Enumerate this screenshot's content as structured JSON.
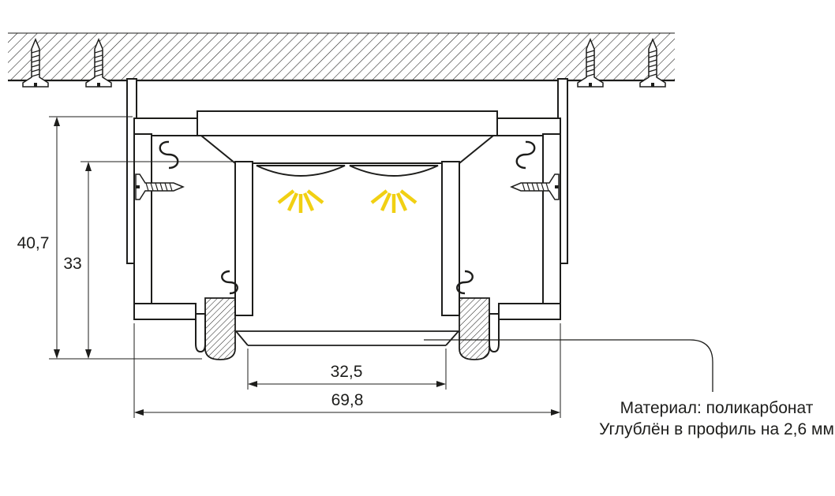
{
  "diagram": {
    "kind": "led-profile-cross-section",
    "dim_outer_height": "40,7",
    "dim_inner_height": "33",
    "dim_diffuser_width": "32,5",
    "dim_outer_width": "69,8",
    "callout_line1": "Материал: поликарбонат",
    "callout_line2": "Углублён в профиль на 2,6 мм",
    "colors": {
      "line": "#1d1d1b",
      "rays": "#f1d013"
    }
  }
}
